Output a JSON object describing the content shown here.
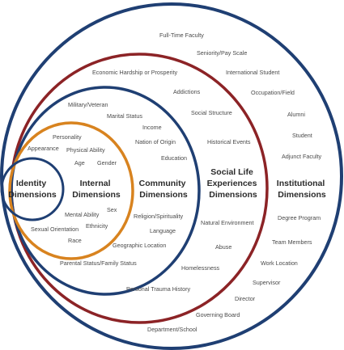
{
  "colors": {
    "navy": "#1f3f73",
    "maroon": "#8c2326",
    "orange": "#d8831f",
    "label": "#4a4a4a",
    "heading": "#2b2b2b"
  },
  "identity": {
    "line1": "Identity",
    "line2": "Dimensions"
  },
  "internal": {
    "line1": "Internal",
    "line2": "Dimensions",
    "items": [
      "Personality",
      "Appearance",
      "Physical Ability",
      "Age",
      "Gender",
      "Mental Ability",
      "Sex",
      "Ethnicity",
      "Sexual Orientation",
      "Race"
    ]
  },
  "community": {
    "line1": "Community",
    "line2": "Dimensions",
    "items": [
      "Military/Veteran",
      "Marital Status",
      "Income",
      "Nation of Origin",
      "Education",
      "Religion/Spirituality",
      "Language",
      "Geographic Location",
      "Parental Status/Family Status"
    ]
  },
  "social": {
    "line1": "Social Life",
    "line2": "Experiences",
    "line3": "Dimensions",
    "items": [
      "Economic Hardship or Prosperity",
      "Addictions",
      "Social Structure",
      "Historical Events",
      "Natural Environment",
      "Abuse",
      "Homelessness",
      "Personal Trauma History"
    ]
  },
  "institutional": {
    "line1": "Institutional",
    "line2": "Dimensions",
    "items": [
      "Full-Time Faculty",
      "Seniority/Pay Scale",
      "International Student",
      "Occupation/Field",
      "Alumni",
      "Student",
      "Adjunct Faculty",
      "Degree Program",
      "Team Members",
      "Work Location",
      "Supervisor",
      "Director",
      "Governing Board",
      "Department/School"
    ]
  }
}
